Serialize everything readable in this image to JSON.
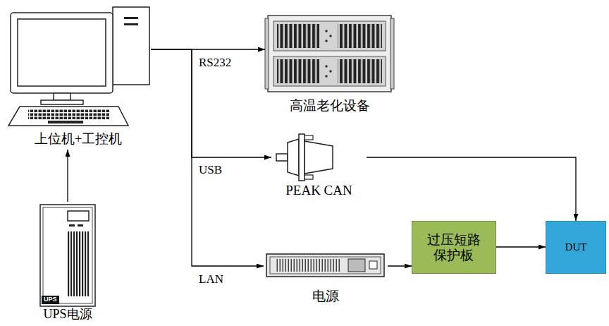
{
  "diagram": {
    "nodes": [
      {
        "text": [
          "上位机+工控机"
        ]
      },
      {
        "text": [
          "高温老化设备"
        ]
      },
      {
        "text": [
          "PEAK CAN"
        ]
      },
      {
        "text": [
          "电源"
        ]
      },
      {
        "text": [
          "过压短路 保护板"
        ]
      },
      {
        "text": [
          "DUT"
        ]
      },
      {
        "text": [
          "UPS电源"
        ]
      }
    ],
    "edges": [
      {
        "from": 0,
        "to": 1,
        "label": "RS232",
        "arrow": "to"
      },
      {
        "from": 0,
        "to": 2,
        "label": "USB",
        "arrow": "to"
      },
      {
        "from": 0,
        "to": 3,
        "label": "LAN",
        "arrow": "to"
      },
      {
        "from": 6,
        "to": 0,
        "arrow": "to"
      },
      {
        "from": 2,
        "to": 5,
        "arrow": "to"
      },
      {
        "from": 3,
        "to": 4,
        "arrow": "to"
      },
      {
        "from": 4,
        "to": 5,
        "arrow": "to"
      }
    ],
    "labels": [
      "UPS"
    ]
  }
}
